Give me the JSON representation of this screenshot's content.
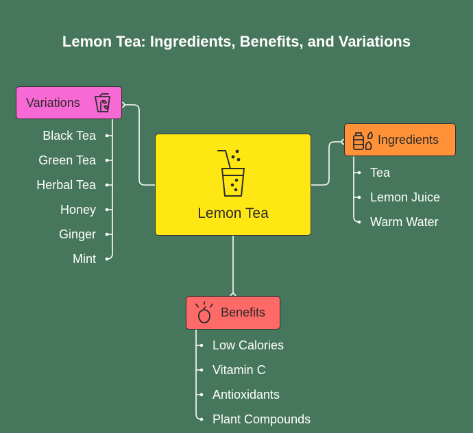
{
  "title": "Lemon Tea: Ingredients, Benefits, and Variations",
  "center": {
    "label": "Lemon Tea",
    "icon": "glass-with-straw-icon",
    "color": "#ffe713"
  },
  "variations": {
    "label": "Variations",
    "icon": "cup-with-leaves-icon",
    "color": "#f76ad6",
    "items": [
      "Black Tea",
      "Green Tea",
      "Herbal Tea",
      "Honey",
      "Ginger",
      "Mint"
    ]
  },
  "ingredients": {
    "label": "Ingredients",
    "icon": "jar-and-leaves-icon",
    "color": "#ff9238",
    "items": [
      "Tea",
      "Lemon Juice",
      "Warm Water"
    ]
  },
  "benefits": {
    "label": "Benefits",
    "icon": "sparkling-lemon-icon",
    "color": "#fd6a68",
    "items": [
      "Low Calories",
      "Vitamin C",
      "Antioxidants",
      "Plant Compounds"
    ]
  },
  "colors": {
    "background": "#46765c",
    "connector": "#ffffff"
  }
}
